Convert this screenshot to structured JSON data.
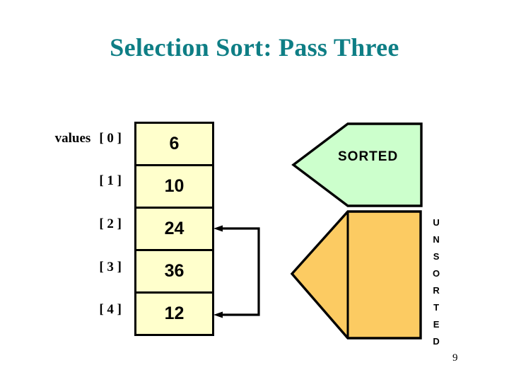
{
  "slide": {
    "title": "Selection Sort: Pass Three",
    "page_number": "9",
    "title_color": "#0E7E85",
    "background_color": "#FFFFFF"
  },
  "array": {
    "variable_name": "values",
    "cell_fill_color": "#FFFFCC",
    "border_color": "#000000",
    "cells": [
      {
        "index_label": "[ 0 ]",
        "value": "6"
      },
      {
        "index_label": "[ 1 ]",
        "value": "10"
      },
      {
        "index_label": "[ 2 ]",
        "value": "24"
      },
      {
        "index_label": "[ 3 ]",
        "value": "36"
      },
      {
        "index_label": "[ 4 ]",
        "value": "12"
      }
    ]
  },
  "regions": {
    "sorted": {
      "label": "SORTED",
      "fill_color": "#CCFFCC",
      "stroke_color": "#000000"
    },
    "unsorted": {
      "label": "UNSORTED",
      "letters": [
        "U",
        "N",
        "S",
        "O",
        "R",
        "T",
        "E",
        "D"
      ],
      "fill_color": "#FCCB62",
      "stroke_color": "#000000"
    }
  }
}
